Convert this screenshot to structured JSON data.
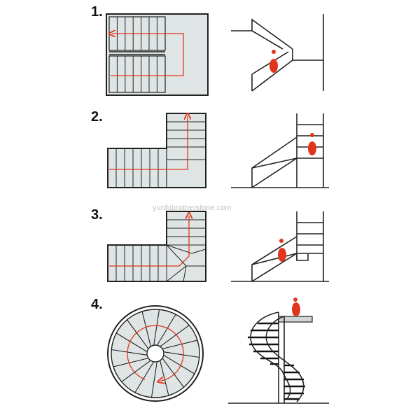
{
  "labels": {
    "step1": "1.",
    "step2": "2.",
    "step3": "3.",
    "step4": "4."
  },
  "watermark": "yunfubrotherstone.com",
  "colors": {
    "line": "#222222",
    "floor_fill": "#dfe5e5",
    "path": "#e0361d",
    "person": "#e0361d"
  }
}
